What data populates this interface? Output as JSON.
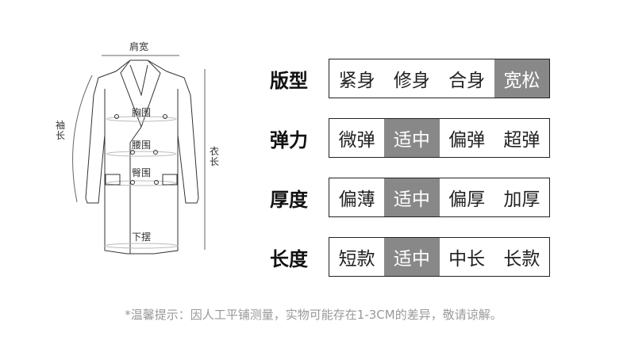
{
  "measurements": {
    "shoulder": "肩宽",
    "sleeve": "袖长",
    "chest": "胸围",
    "waist": "腰围",
    "hip": "臀围",
    "hem": "下摆",
    "length": "衣长"
  },
  "attributes": [
    {
      "label": "版型",
      "options": [
        "紧身",
        "修身",
        "合身",
        "宽松"
      ],
      "selected": 3
    },
    {
      "label": "弹力",
      "options": [
        "微弹",
        "适中",
        "偏弹",
        "超弹"
      ],
      "selected": 1
    },
    {
      "label": "厚度",
      "options": [
        "偏薄",
        "适中",
        "偏厚",
        "加厚"
      ],
      "selected": 1
    },
    {
      "label": "长度",
      "options": [
        "短款",
        "适中",
        "中长",
        "长款"
      ],
      "selected": 1
    }
  ],
  "note": "*温馨提示：因人工平铺测量，实物可能存在1-3CM的差异，敬请谅解。",
  "colors": {
    "selected": "#888888",
    "border": "#222222"
  }
}
